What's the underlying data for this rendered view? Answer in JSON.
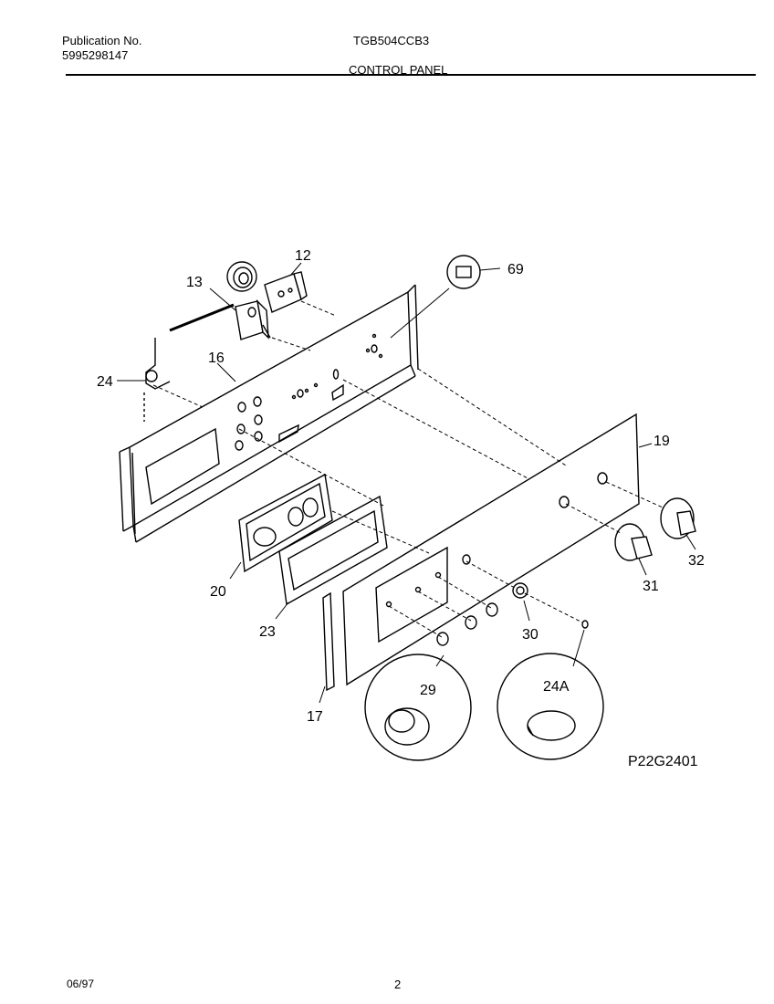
{
  "header": {
    "publication_label": "Publication No.",
    "publication_number": "5995298147",
    "model": "TGB504CCB3",
    "section_title": "CONTROL PANEL"
  },
  "callouts": {
    "c12": "12",
    "c13": "13",
    "c69": "69",
    "c24": "24",
    "c16": "16",
    "c19": "19",
    "c20": "20",
    "c23": "23",
    "c17": "17",
    "c29": "29",
    "c24a": "24A",
    "c30": "30",
    "c31": "31",
    "c32": "32"
  },
  "figure_code": "P22G2401",
  "footer": {
    "date": "06/97",
    "page": "2"
  }
}
